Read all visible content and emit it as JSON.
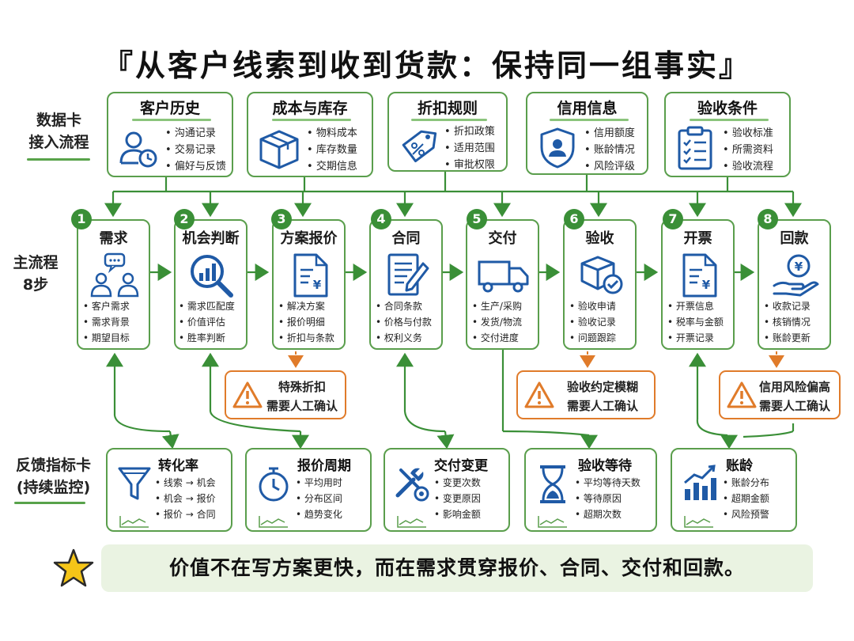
{
  "title": "『从客户线索到收到货款：保持同一组事实』",
  "row_labels": {
    "data": [
      "数据卡",
      "接入流程"
    ],
    "main": [
      "主流程",
      "8步"
    ],
    "feedback": [
      "反馈指标卡",
      "(持续监控)"
    ]
  },
  "data_cards": [
    {
      "title": "客户历史",
      "icon": "customer-clock-icon",
      "items": [
        "沟通记录",
        "交易记录",
        "偏好与反馈"
      ]
    },
    {
      "title": "成本与库存",
      "icon": "box-icon",
      "items": [
        "物料成本",
        "库存数量",
        "交期信息"
      ]
    },
    {
      "title": "折扣规则",
      "icon": "discount-tag-icon",
      "items": [
        "折扣政策",
        "适用范围",
        "审批权限"
      ]
    },
    {
      "title": "信用信息",
      "icon": "shield-user-icon",
      "items": [
        "信用额度",
        "账龄情况",
        "风险评级"
      ]
    },
    {
      "title": "验收条件",
      "icon": "clipboard-check-icon",
      "items": [
        "验收标准",
        "所需资料",
        "验收流程"
      ]
    }
  ],
  "steps": [
    {
      "num": "1",
      "title": "需求",
      "icon": "people-chat-icon",
      "items": [
        "客户需求",
        "需求背景",
        "期望目标"
      ]
    },
    {
      "num": "2",
      "title": "机会判断",
      "icon": "magnifier-chart-icon",
      "items": [
        "需求匹配度",
        "价值评估",
        "胜率判断"
      ]
    },
    {
      "num": "3",
      "title": "方案报价",
      "icon": "quote-document-icon",
      "items": [
        "解决方案",
        "报价明细",
        "折扣与条款"
      ]
    },
    {
      "num": "4",
      "title": "合同",
      "icon": "contract-pen-icon",
      "items": [
        "合同条款",
        "价格与付款",
        "权利义务"
      ]
    },
    {
      "num": "5",
      "title": "交付",
      "icon": "truck-icon",
      "items": [
        "生产/采购",
        "发货/物流",
        "交付进度"
      ]
    },
    {
      "num": "6",
      "title": "验收",
      "icon": "box-check-icon",
      "items": [
        "验收申请",
        "验收记录",
        "问题跟踪"
      ]
    },
    {
      "num": "7",
      "title": "开票",
      "icon": "invoice-icon",
      "items": [
        "开票信息",
        "税率与金额",
        "开票记录"
      ]
    },
    {
      "num": "8",
      "title": "回款",
      "icon": "hand-coin-icon",
      "items": [
        "收款记录",
        "核销情况",
        "账龄更新"
      ]
    }
  ],
  "warnings": [
    {
      "line1": "特殊折扣",
      "line2": "需要人工确认"
    },
    {
      "line1": "验收约定模糊",
      "line2": "需要人工确认"
    },
    {
      "line1": "信用风险偏高",
      "line2": "需要人工确认"
    }
  ],
  "feedback_cards": [
    {
      "title": "转化率",
      "icon": "funnel-icon",
      "items": [
        "线索 → 机会",
        "机会 → 报价",
        "报价 → 合同"
      ]
    },
    {
      "title": "报价周期",
      "icon": "stopwatch-icon",
      "items": [
        "平均用时",
        "分布区间",
        "趋势变化"
      ]
    },
    {
      "title": "交付变更",
      "icon": "tools-gear-icon",
      "items": [
        "变更次数",
        "变更原因",
        "影响金额"
      ]
    },
    {
      "title": "验收等待",
      "icon": "hourglass-icon",
      "items": [
        "平均等待天数",
        "等待原因",
        "超期次数"
      ]
    },
    {
      "title": "账龄",
      "icon": "bar-chart-icon",
      "items": [
        "账龄分布",
        "超期金额",
        "风险预警"
      ]
    }
  ],
  "conclusion": "价值不在写方案更快，而在需求贯穿报价、合同、交付和回款。",
  "colors": {
    "green": "#3a8f37",
    "light_green": "#8bc47c",
    "orange": "#e07b2a",
    "blue": "#1f5aa6",
    "bar_bg": "#eaf3e2"
  }
}
